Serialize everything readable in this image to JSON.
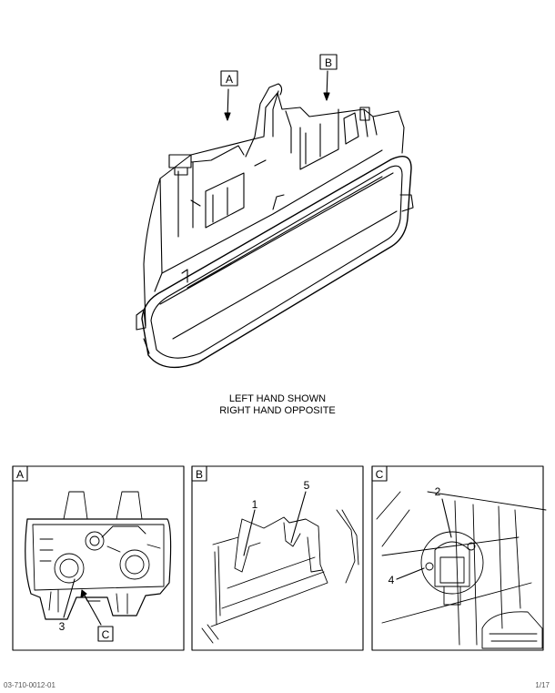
{
  "callouts": {
    "main_a": "A",
    "main_b": "B",
    "panel_a": "A",
    "panel_b": "B",
    "panel_c": "C",
    "panel_a_ref": "C"
  },
  "caption": {
    "line1": "LEFT HAND SHOWN",
    "line2": "RIGHT HAND OPPOSITE"
  },
  "item_numbers": {
    "n1": "1",
    "n2": "2",
    "n3": "3",
    "n4": "4",
    "n5": "5"
  },
  "footer": {
    "left": "03-710-0012-01",
    "right": "1/17"
  }
}
